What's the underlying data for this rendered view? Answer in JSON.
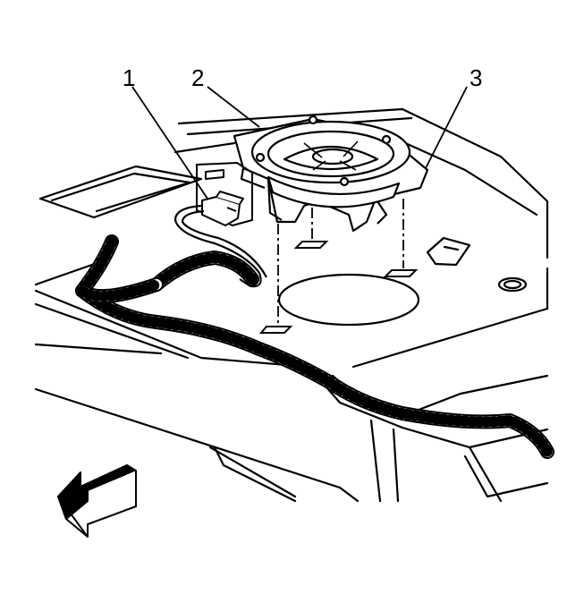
{
  "diagram": {
    "callouts": [
      {
        "id": "1",
        "label": "1"
      },
      {
        "id": "2",
        "label": "2"
      },
      {
        "id": "3",
        "label": "3"
      }
    ],
    "colors": {
      "line": "#000000",
      "background": "#ffffff"
    },
    "icons": {
      "direction_arrow": "front-direction-arrow-icon"
    }
  }
}
